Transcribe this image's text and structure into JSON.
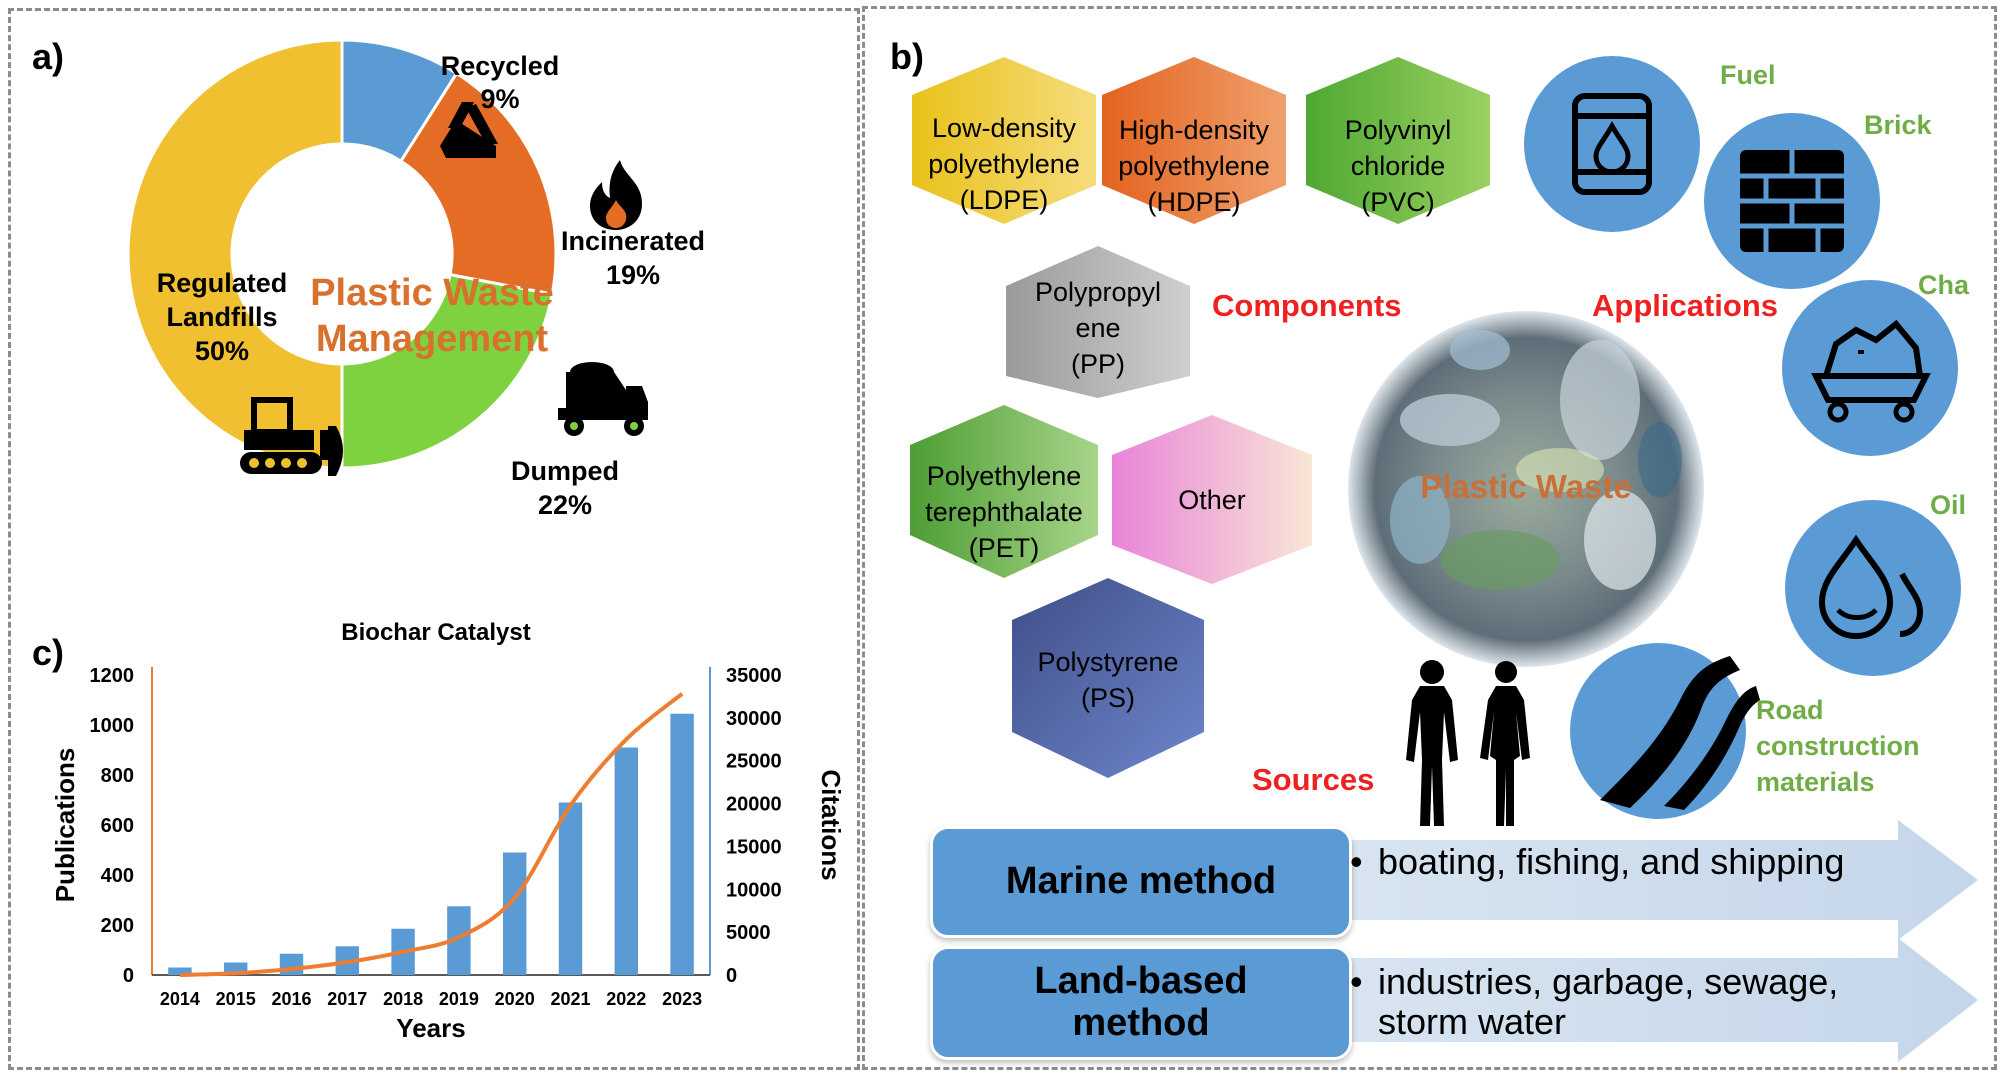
{
  "panels": {
    "a": "a)",
    "b": "b)",
    "c": "c)"
  },
  "donut": {
    "center_line1": "Plastic Waste",
    "center_line2": "Management",
    "segments": [
      {
        "name": "Recycled",
        "pct_label": "9%",
        "value": 9,
        "color": "#5b9bd5"
      },
      {
        "name": "Incinerated",
        "pct_label": "19%",
        "value": 19,
        "color": "#e46c25"
      },
      {
        "name": "Dumped",
        "pct_label": "22%",
        "value": 22,
        "color": "#7ed23f"
      },
      {
        "name_line1": "Regulated",
        "name_line2": "Landfills",
        "pct_label": "50%",
        "value": 50,
        "color": "#f0c030"
      }
    ]
  },
  "components": {
    "heading": "Components",
    "hexes": [
      {
        "lines": [
          "Low-density",
          "polyethylene",
          "(LDPE)"
        ]
      },
      {
        "lines": [
          "High-density",
          "polyethylene",
          "(HDPE)"
        ]
      },
      {
        "lines": [
          "Polyvinyl",
          "chloride",
          "(PVC)"
        ]
      },
      {
        "lines": [
          "Polypropyl",
          "ene",
          "(PP)"
        ]
      },
      {
        "lines": [
          "Polyethylene",
          "terephthalate",
          "(PET)"
        ]
      },
      {
        "lines": [
          "Other"
        ]
      },
      {
        "lines": [
          "Polystyrene",
          "(PS)"
        ]
      }
    ]
  },
  "applications": {
    "heading": "Applications",
    "items": [
      "Fuel",
      "Brick",
      "Cha",
      "Oil"
    ],
    "road_lines": [
      "Road",
      "construction",
      "materials"
    ]
  },
  "center_image_label": "Plastic Waste",
  "sources": {
    "heading": "Sources",
    "methods": [
      {
        "label_lines": [
          "Marine method"
        ],
        "bullet": "•",
        "text_lines": [
          "boating, fishing, and shipping"
        ]
      },
      {
        "label_lines": [
          "Land-based",
          "method"
        ],
        "bullet": "•",
        "text_lines": [
          "industries, garbage, sewage,",
          "storm water"
        ]
      }
    ]
  },
  "chart_data": {
    "type": "bar",
    "title": "Biochar Catalyst",
    "xlabel": "Years",
    "ylabel": "Publications",
    "y2label": "Citations",
    "categories": [
      "2014",
      "2015",
      "2016",
      "2017",
      "2018",
      "2019",
      "2020",
      "2021",
      "2022",
      "2023"
    ],
    "ylim": [
      0,
      1200
    ],
    "y2lim": [
      0,
      35000
    ],
    "yticks": [
      0,
      200,
      400,
      600,
      800,
      1000,
      1200
    ],
    "y2ticks": [
      0,
      5000,
      10000,
      15000,
      20000,
      25000,
      30000,
      35000
    ],
    "series": [
      {
        "name": "Publications",
        "type": "bar",
        "axis": "left",
        "color": "#5b9bd5",
        "values": [
          30,
          50,
          85,
          115,
          185,
          275,
          490,
          690,
          910,
          1045
        ]
      },
      {
        "name": "Citations",
        "type": "line",
        "axis": "right",
        "color": "#ed7d31",
        "values": [
          0,
          200,
          700,
          1500,
          2700,
          4400,
          9000,
          19800,
          27500,
          32800
        ]
      }
    ],
    "grid": false
  }
}
